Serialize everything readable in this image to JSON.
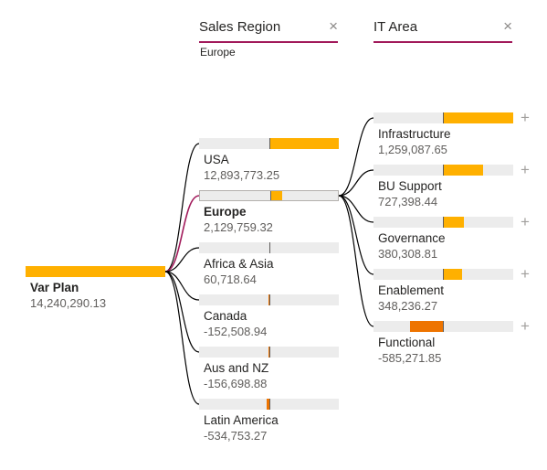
{
  "colors": {
    "positive": "#ffb000",
    "negative": "#ee7400",
    "track": "#ececec",
    "selected_path": "#a1195a",
    "connector": "#000000"
  },
  "headers": [
    {
      "title": "Sales Region",
      "close_icon": "×",
      "filter": "Europe"
    },
    {
      "title": "IT Area",
      "close_icon": "×"
    }
  ],
  "root": {
    "label": "Var Plan",
    "value": "14,240,290.13",
    "amount": 14240290.13
  },
  "sales_regions": [
    {
      "label": "USA",
      "value": "12,893,773.25",
      "amount": 12893773.25
    },
    {
      "label": "Europe",
      "value": "2,129,759.32",
      "amount": 2129759.32,
      "selected": true
    },
    {
      "label": "Africa & Asia",
      "value": "60,718.64",
      "amount": 60718.64
    },
    {
      "label": "Canada",
      "value": "-152,508.94",
      "amount": -152508.94
    },
    {
      "label": "Aus and NZ",
      "value": "-156,698.88",
      "amount": -156698.88
    },
    {
      "label": "Latin America",
      "value": "-534,753.27",
      "amount": -534753.27
    }
  ],
  "it_areas": [
    {
      "label": "Infrastructure",
      "value": "1,259,087.65",
      "amount": 1259087.65,
      "expand_icon": "+"
    },
    {
      "label": "BU Support",
      "value": "727,398.44",
      "amount": 727398.44,
      "expand_icon": "+"
    },
    {
      "label": "Governance",
      "value": "380,308.81",
      "amount": 380308.81,
      "expand_icon": "+"
    },
    {
      "label": "Enablement",
      "value": "348,236.27",
      "amount": 348236.27,
      "expand_icon": "+"
    },
    {
      "label": "Functional",
      "value": "-585,271.85",
      "amount": -585271.85,
      "expand_icon": "+"
    }
  ]
}
